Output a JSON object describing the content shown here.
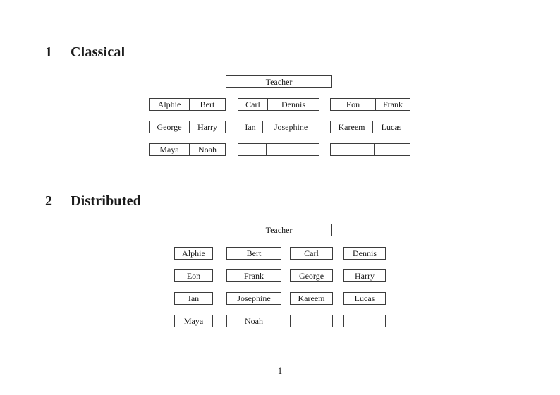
{
  "document": {
    "sections": [
      {
        "number": "1",
        "title": "Classical"
      },
      {
        "number": "2",
        "title": "Distributed"
      }
    ],
    "page_number": "1"
  },
  "colors": {
    "box_border": "#3d3d3d",
    "text": "#1a1a1a",
    "background": "#ffffff"
  },
  "classical": {
    "teacher": "Teacher",
    "desks": [
      {
        "seats": [
          "Alphie",
          "Bert"
        ]
      },
      {
        "seats": [
          "Carl",
          "Dennis"
        ]
      },
      {
        "seats": [
          "Eon",
          "Frank"
        ]
      },
      {
        "seats": [
          "George",
          "Harry"
        ]
      },
      {
        "seats": [
          "Ian",
          "Josephine"
        ]
      },
      {
        "seats": [
          "Kareem",
          "Lucas"
        ]
      },
      {
        "seats": [
          "Maya",
          "Noah"
        ]
      },
      {
        "seats": [
          "",
          ""
        ]
      },
      {
        "seats": [
          "",
          ""
        ]
      }
    ]
  },
  "distributed": {
    "teacher": "Teacher",
    "desks": [
      "Alphie",
      "Bert",
      "Carl",
      "Dennis",
      "Eon",
      "Frank",
      "George",
      "Harry",
      "Ian",
      "Josephine",
      "Kareem",
      "Lucas",
      "Maya",
      "Noah",
      "",
      ""
    ]
  }
}
